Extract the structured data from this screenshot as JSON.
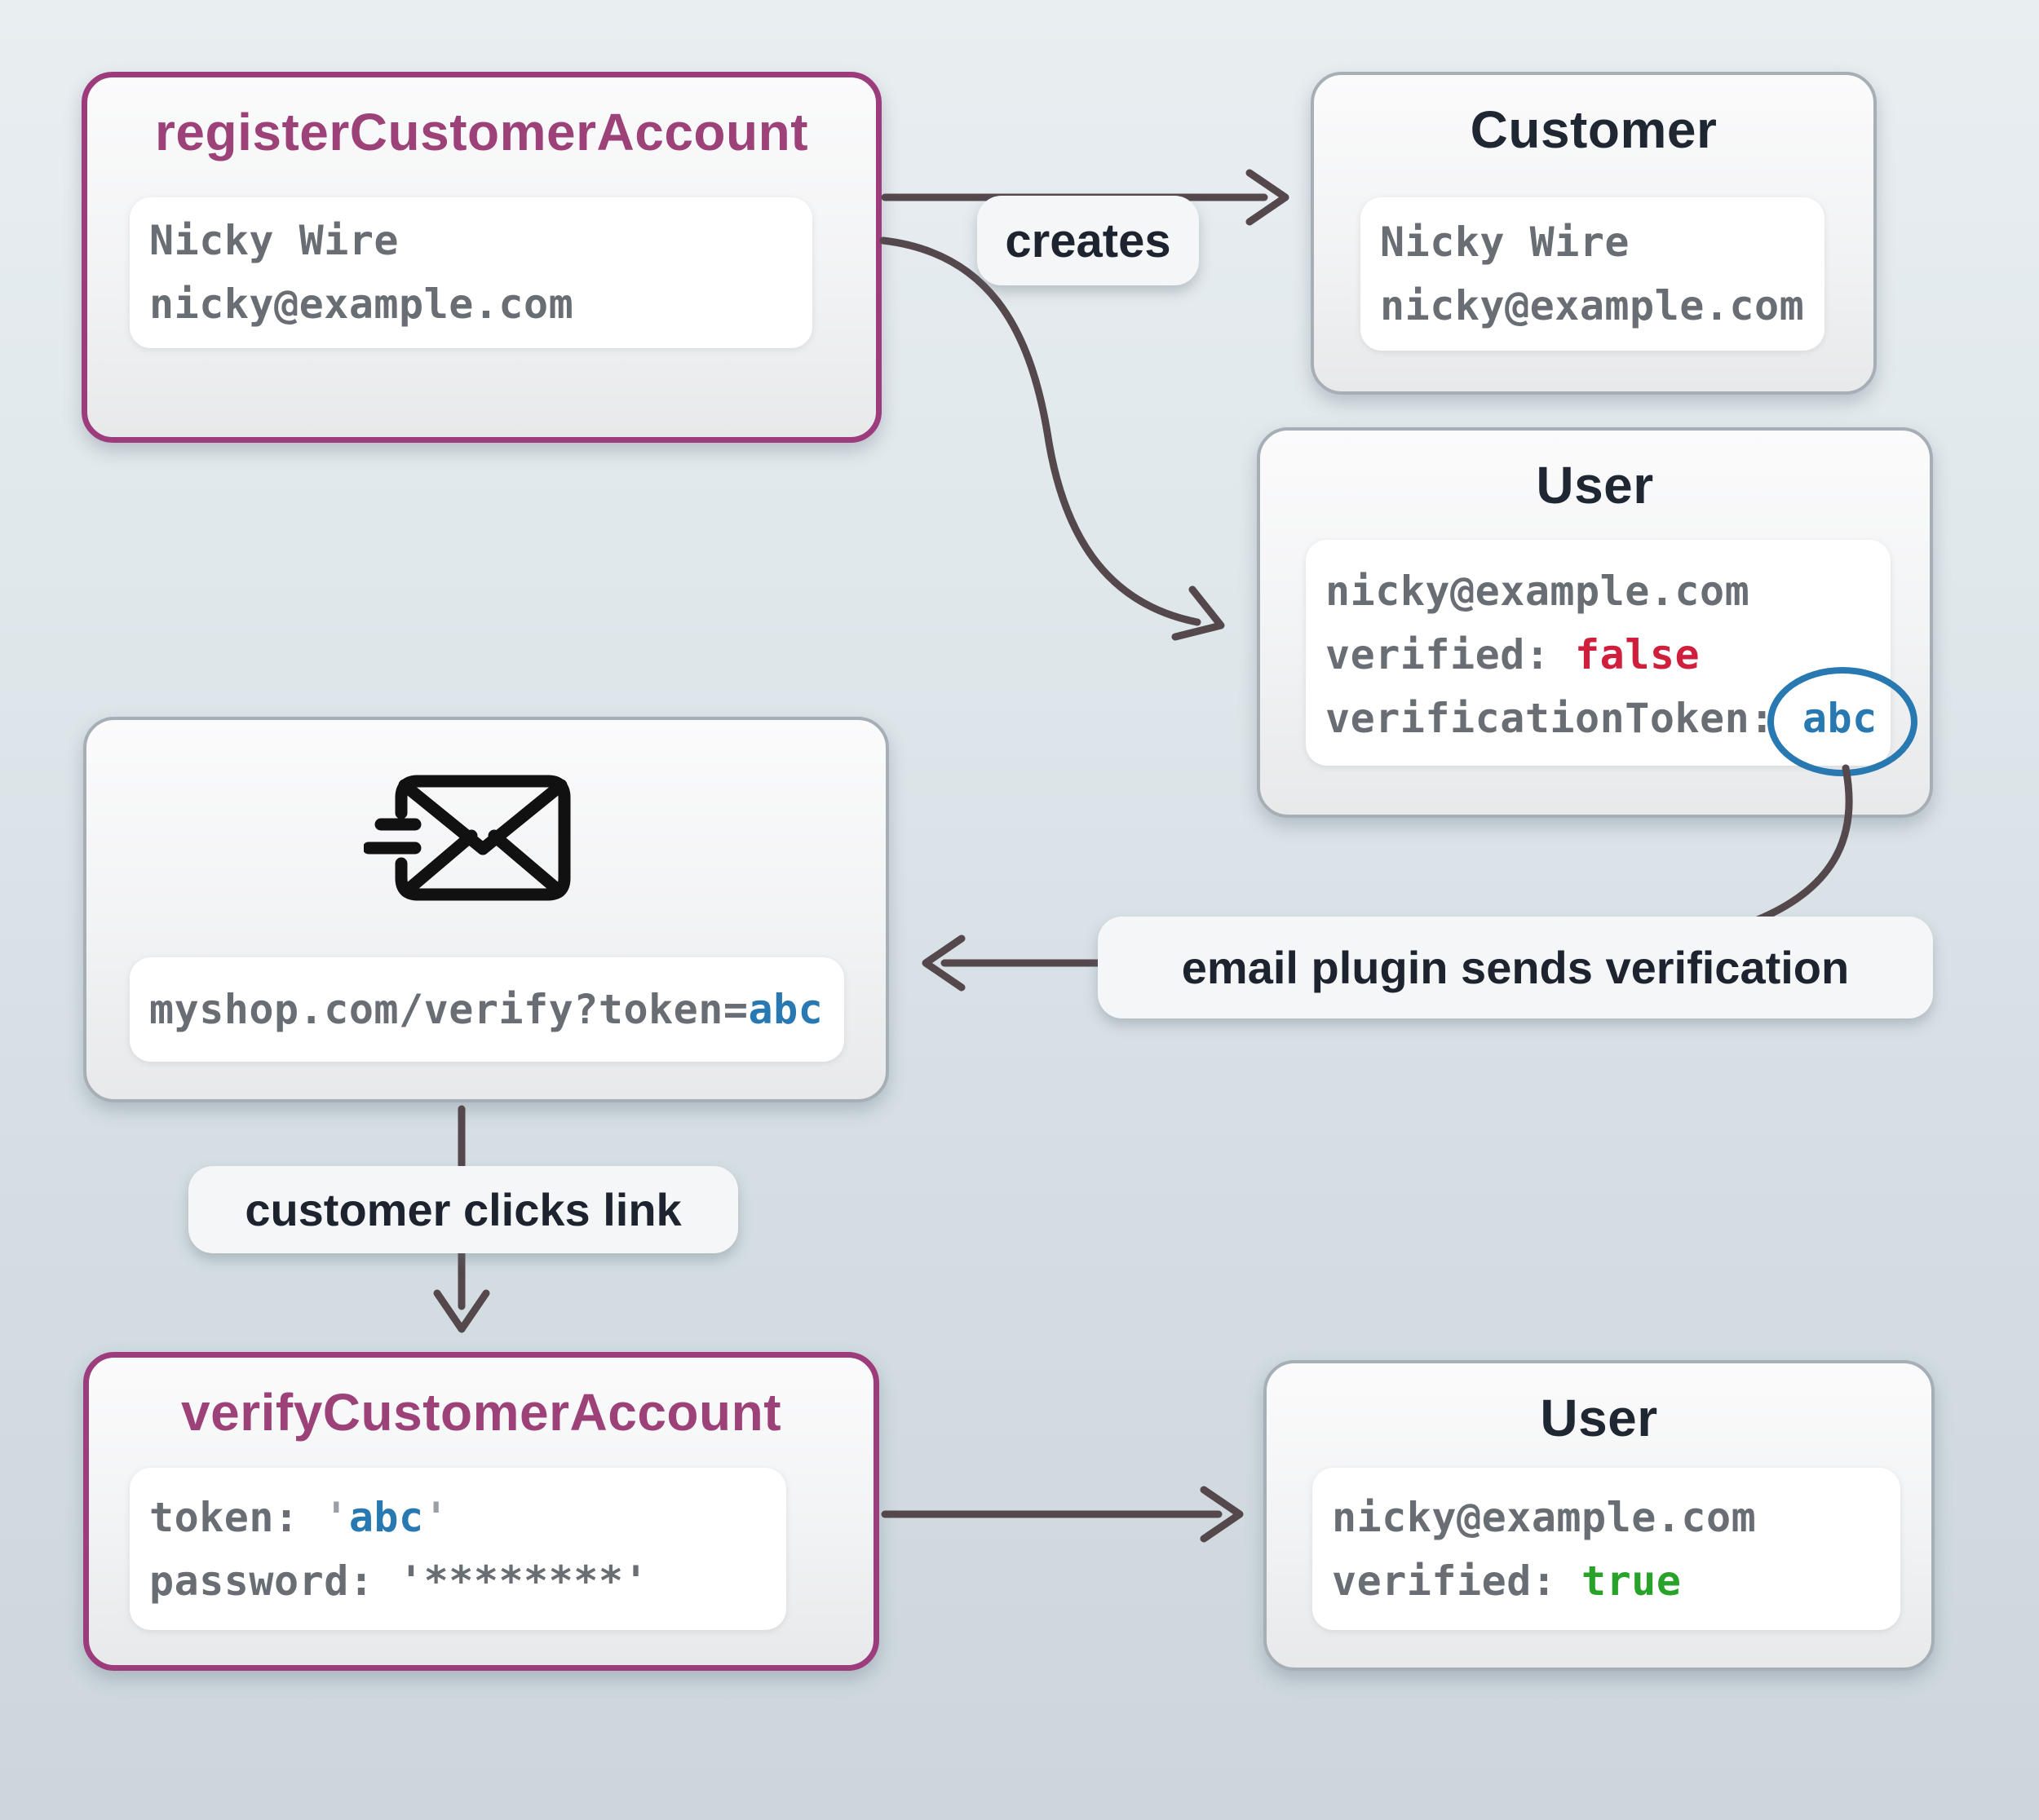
{
  "nodes": {
    "register": {
      "title": "registerCustomerAccount",
      "lines": [
        "Nicky Wire",
        "nicky@example.com"
      ]
    },
    "customer": {
      "title": "Customer",
      "lines": [
        "Nicky Wire",
        "nicky@example.com"
      ]
    },
    "user_unverified": {
      "title": "User",
      "email": "nicky@example.com",
      "verified_key": "verified: ",
      "verified_value": "false",
      "token_key": "verificationToken:",
      "token_value": "abc"
    },
    "email": {
      "icon": "send-email-icon",
      "url_prefix": "myshop.com/verify?token=",
      "url_token": "abc"
    },
    "verify": {
      "title": "verifyCustomerAccount",
      "token_key": "token: ",
      "open_quote": "'",
      "token_value": "abc",
      "close_quote": "'",
      "password_key": "password: ",
      "password_value": "'********'"
    },
    "user_verified": {
      "title": "User",
      "email": "nicky@example.com",
      "verified_key": "verified: ",
      "verified_value": "true"
    }
  },
  "labels": {
    "creates": "creates",
    "email_plugin": "email plugin sends verification",
    "customer_clicks": "customer clicks link"
  },
  "colors": {
    "accent_purple": "#9c4279",
    "status_false_red": "#d01f3c",
    "status_true_green": "#28a228",
    "token_blue": "#2878b2",
    "arrow": "#54484d"
  }
}
